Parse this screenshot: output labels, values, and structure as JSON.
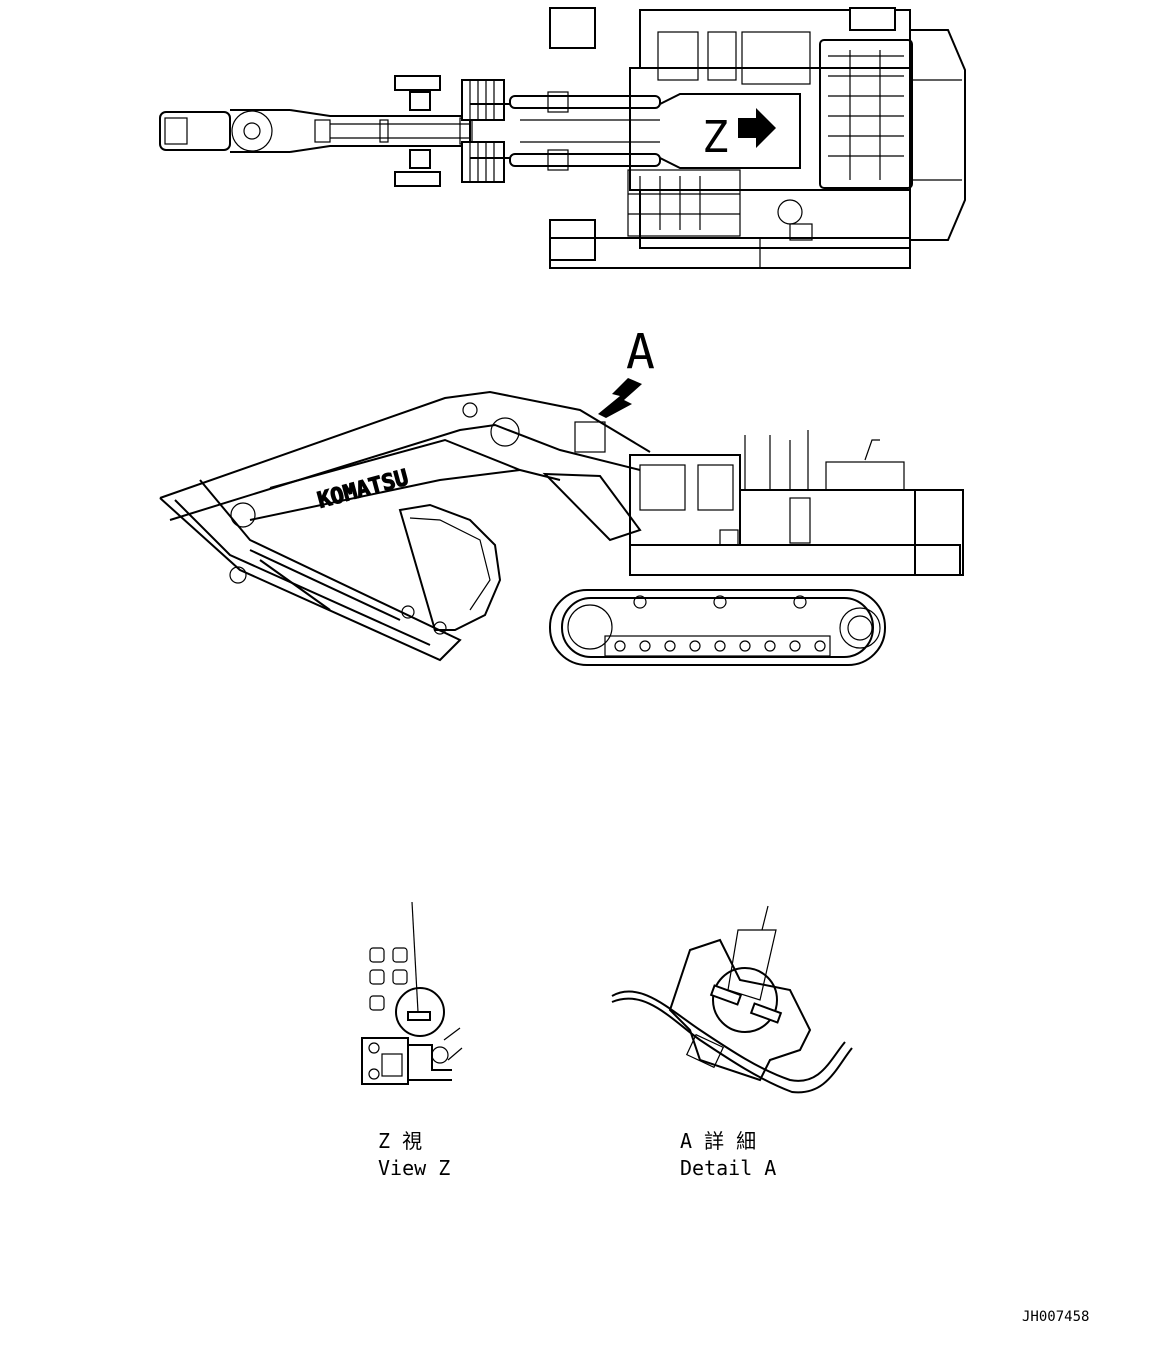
{
  "top_view": {
    "marker_label": "Z"
  },
  "side_view": {
    "marker_label": "A",
    "boom_logo": "KOMATSU"
  },
  "view_z": {
    "caption_jp": "Z 視",
    "caption_en": "View Z"
  },
  "detail_a": {
    "caption_jp": "A 詳 細",
    "caption_en": "Detail A"
  },
  "drawing_number": "JH007458"
}
